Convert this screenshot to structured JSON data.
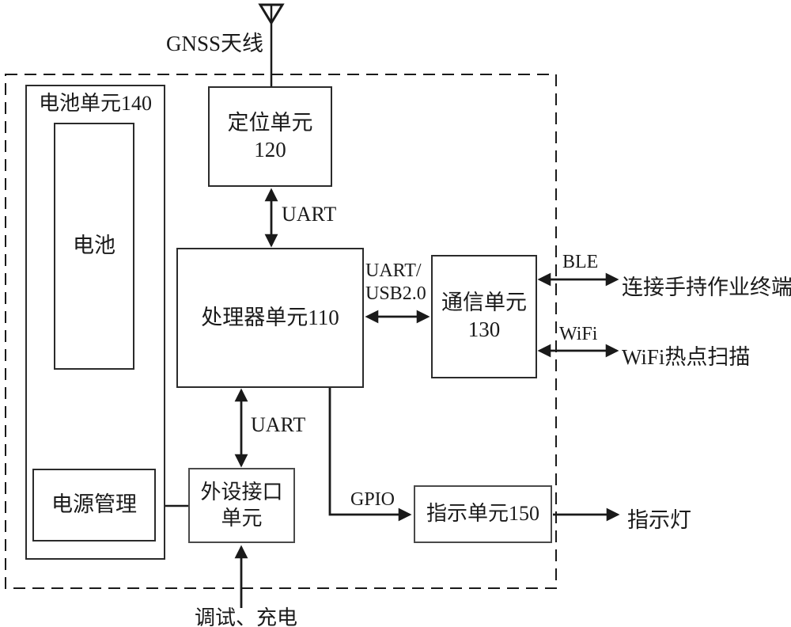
{
  "colors": {
    "line": "#1a1a1a",
    "box_border": "#2b2b2b",
    "background": "#ffffff"
  },
  "antenna": {
    "icon": "antenna-icon",
    "label": "GNSS天线"
  },
  "boxes": {
    "battery_unit": {
      "label": "电池单元140"
    },
    "battery": {
      "label": "电池"
    },
    "power_mgmt": {
      "label": "电源管理"
    },
    "positioning": {
      "line1": "定位单元",
      "line2": "120"
    },
    "processor": {
      "label": "处理器单元110"
    },
    "comm": {
      "line1": "通信单元",
      "line2": "130"
    },
    "peripheral": {
      "line1": "外设接口",
      "line2": "单元"
    },
    "indicator": {
      "label": "指示单元150"
    }
  },
  "bus_labels": {
    "uart_top": "UART",
    "uart_usb_line1": "UART/",
    "uart_usb_line2": "USB2.0",
    "uart_bottom": "UART",
    "gpio": "GPIO",
    "ble": "BLE",
    "wifi": "WiFi"
  },
  "external": {
    "ble_target": "连接手持作业终端",
    "wifi_target": "WiFi热点扫描",
    "indicator_target": "指示灯",
    "debug_charge": "调试、充电"
  }
}
